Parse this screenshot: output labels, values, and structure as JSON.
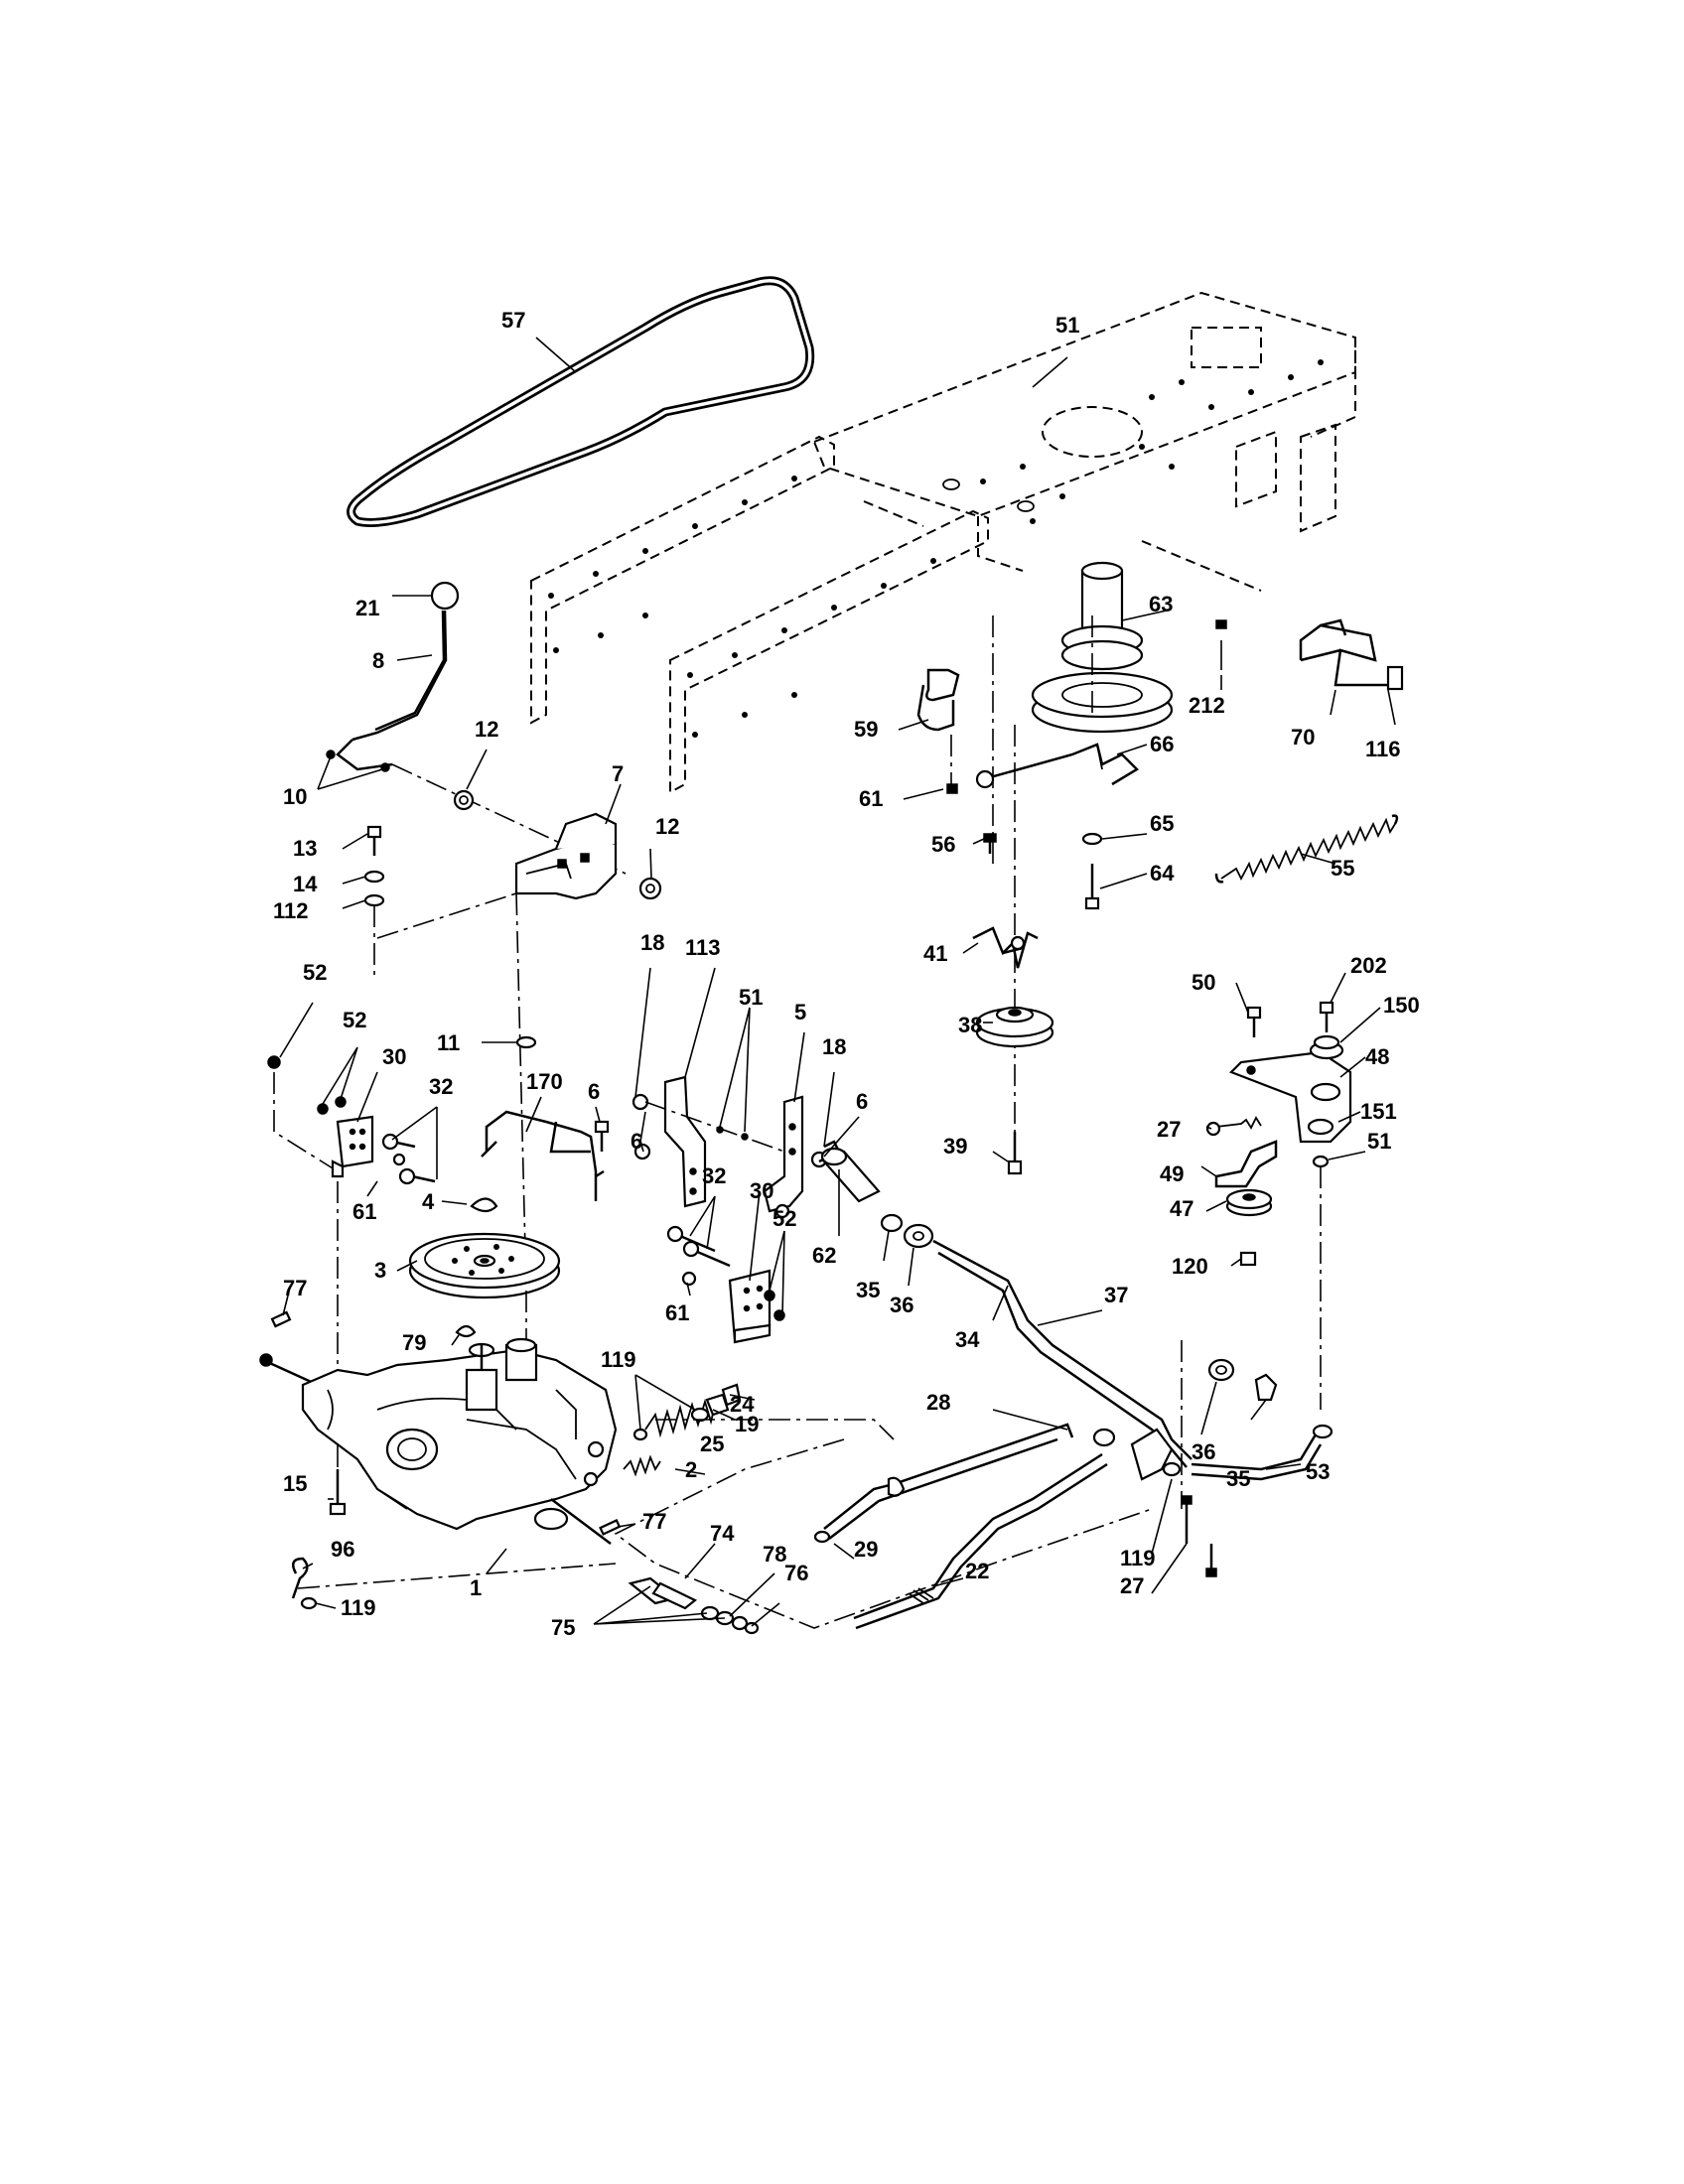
{
  "diagram": {
    "callouts": [
      {
        "id": "p57",
        "text": "57"
      },
      {
        "id": "p51a",
        "text": "51"
      },
      {
        "id": "p21",
        "text": "21"
      },
      {
        "id": "p8",
        "text": "8"
      },
      {
        "id": "p63",
        "text": "63"
      },
      {
        "id": "p212",
        "text": "212"
      },
      {
        "id": "p70",
        "text": "70"
      },
      {
        "id": "p116",
        "text": "116"
      },
      {
        "id": "p59",
        "text": "59"
      },
      {
        "id": "p66",
        "text": "66"
      },
      {
        "id": "p12a",
        "text": "12"
      },
      {
        "id": "p7",
        "text": "7"
      },
      {
        "id": "p10",
        "text": "10"
      },
      {
        "id": "p12b",
        "text": "12"
      },
      {
        "id": "p13",
        "text": "13"
      },
      {
        "id": "p14",
        "text": "14"
      },
      {
        "id": "p112",
        "text": "112"
      },
      {
        "id": "p61a",
        "text": "61"
      },
      {
        "id": "p56",
        "text": "56"
      },
      {
        "id": "p65",
        "text": "65"
      },
      {
        "id": "p64",
        "text": "64"
      },
      {
        "id": "p55",
        "text": "55"
      },
      {
        "id": "p52a",
        "text": "52"
      },
      {
        "id": "p11",
        "text": "11"
      },
      {
        "id": "p18a",
        "text": "18"
      },
      {
        "id": "p113",
        "text": "113"
      },
      {
        "id": "p41",
        "text": "41"
      },
      {
        "id": "p50",
        "text": "50"
      },
      {
        "id": "p202",
        "text": "202"
      },
      {
        "id": "p150",
        "text": "150"
      },
      {
        "id": "p51b",
        "text": "51"
      },
      {
        "id": "p5",
        "text": "5"
      },
      {
        "id": "p52b",
        "text": "52"
      },
      {
        "id": "p30a",
        "text": "30"
      },
      {
        "id": "p32a",
        "text": "32"
      },
      {
        "id": "p170",
        "text": "170"
      },
      {
        "id": "p6a",
        "text": "6"
      },
      {
        "id": "p18b",
        "text": "18"
      },
      {
        "id": "p38",
        "text": "38"
      },
      {
        "id": "p48",
        "text": "48"
      },
      {
        "id": "p6b",
        "text": "6"
      },
      {
        "id": "p6c",
        "text": "6"
      },
      {
        "id": "p61b",
        "text": "61"
      },
      {
        "id": "p27a",
        "text": "27"
      },
      {
        "id": "p151",
        "text": "151"
      },
      {
        "id": "p39",
        "text": "39"
      },
      {
        "id": "p51c",
        "text": "51"
      },
      {
        "id": "p4",
        "text": "4"
      },
      {
        "id": "p32b",
        "text": "32"
      },
      {
        "id": "p30b",
        "text": "30"
      },
      {
        "id": "p49",
        "text": "49"
      },
      {
        "id": "p52c",
        "text": "52"
      },
      {
        "id": "p47",
        "text": "47"
      },
      {
        "id": "p3",
        "text": "3"
      },
      {
        "id": "p62",
        "text": "62"
      },
      {
        "id": "p35a",
        "text": "35"
      },
      {
        "id": "p36a",
        "text": "36"
      },
      {
        "id": "p61c",
        "text": "61"
      },
      {
        "id": "p120",
        "text": "120"
      },
      {
        "id": "p37",
        "text": "37"
      },
      {
        "id": "p77a",
        "text": "77"
      },
      {
        "id": "p34",
        "text": "34"
      },
      {
        "id": "p79",
        "text": "79"
      },
      {
        "id": "p119a",
        "text": "119"
      },
      {
        "id": "p24",
        "text": "24"
      },
      {
        "id": "p19",
        "text": "19"
      },
      {
        "id": "p25",
        "text": "25"
      },
      {
        "id": "p28",
        "text": "28"
      },
      {
        "id": "p36b",
        "text": "36"
      },
      {
        "id": "p35b",
        "text": "35"
      },
      {
        "id": "p2",
        "text": "2"
      },
      {
        "id": "p53",
        "text": "53"
      },
      {
        "id": "p15",
        "text": "15"
      },
      {
        "id": "p77b",
        "text": "77"
      },
      {
        "id": "p29",
        "text": "29"
      },
      {
        "id": "p74",
        "text": "74"
      },
      {
        "id": "p96",
        "text": "96"
      },
      {
        "id": "p78",
        "text": "78"
      },
      {
        "id": "p22",
        "text": "22"
      },
      {
        "id": "p119b",
        "text": "119"
      },
      {
        "id": "p27b",
        "text": "27"
      },
      {
        "id": "p1",
        "text": "1"
      },
      {
        "id": "p76",
        "text": "76"
      },
      {
        "id": "p75",
        "text": "75"
      },
      {
        "id": "p119c",
        "text": "119"
      }
    ]
  }
}
